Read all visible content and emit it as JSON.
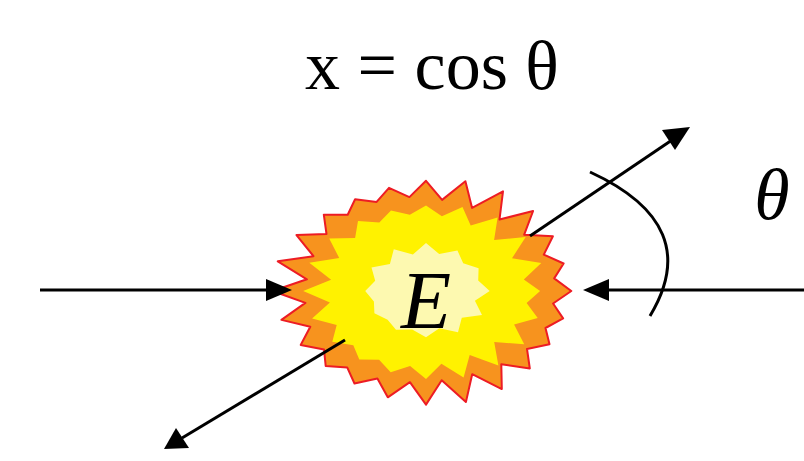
{
  "diagram": {
    "nodes": [
      {
        "text": [
          "E"
        ]
      }
    ],
    "labels": [
      "x = cos θ",
      "θ"
    ]
  }
}
